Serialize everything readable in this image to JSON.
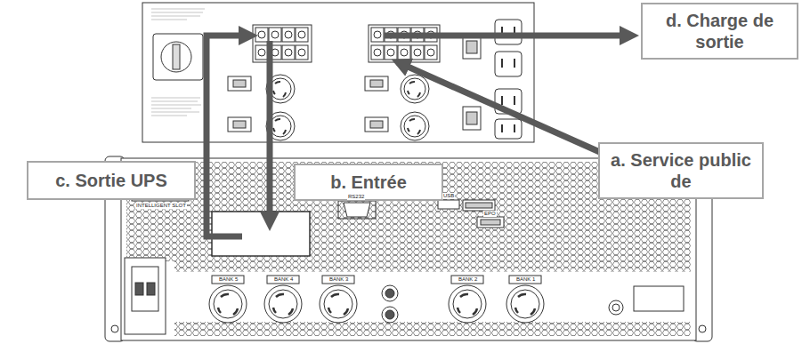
{
  "diagram": {
    "nodes": [
      {
        "text": [
          "d. Charge de sortie"
        ]
      },
      {
        "text": [
          "c. Sortie UPS"
        ]
      },
      {
        "text": [
          "b. Entrée"
        ]
      },
      {
        "text": [
          "a. Service public de"
        ]
      }
    ],
    "labels": [
      "INTELLIGENT SLOT",
      "RS232",
      "USB",
      "EPO",
      "BANK 5",
      "BANK 4",
      "BANK 3",
      "BANK 2",
      "BANK 1"
    ]
  }
}
